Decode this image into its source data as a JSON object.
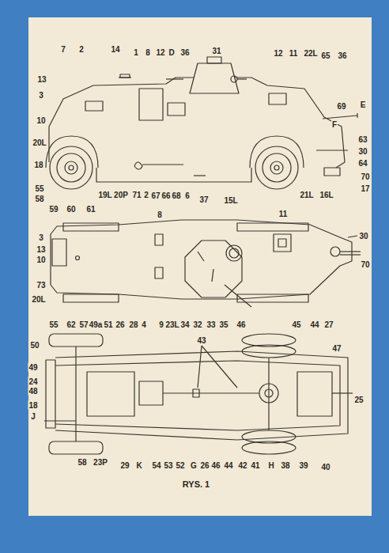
{
  "diagram": {
    "caption": "RYS. 1",
    "labels": [
      "7",
      "2",
      "14",
      "1",
      "8",
      "12",
      "D",
      "36",
      "31",
      "12",
      "11",
      "22L",
      "65",
      "36",
      "13",
      "3",
      "10",
      "20L",
      "18",
      "55",
      "58",
      "59",
      "60",
      "61",
      "19L",
      "20P",
      "71",
      "2",
      "67",
      "66",
      "68",
      "6",
      "37",
      "15L",
      "21L",
      "16L",
      "69",
      "F",
      "E",
      "63",
      "30",
      "64",
      "70",
      "17",
      "8",
      "11",
      "3",
      "13",
      "10",
      "73",
      "20L",
      "30",
      "70",
      "55",
      "62",
      "57",
      "49a",
      "51",
      "26",
      "28",
      "4",
      "9",
      "23L",
      "34",
      "32",
      "33",
      "35",
      "46",
      "45",
      "44",
      "27",
      "43",
      "50",
      "47",
      "49",
      "24",
      "48",
      "18",
      "25",
      "J",
      "58",
      "23P",
      "29",
      "K",
      "54",
      "53",
      "52",
      "G",
      "26",
      "46",
      "44",
      "42",
      "41",
      "H",
      "38",
      "39",
      "40"
    ]
  }
}
